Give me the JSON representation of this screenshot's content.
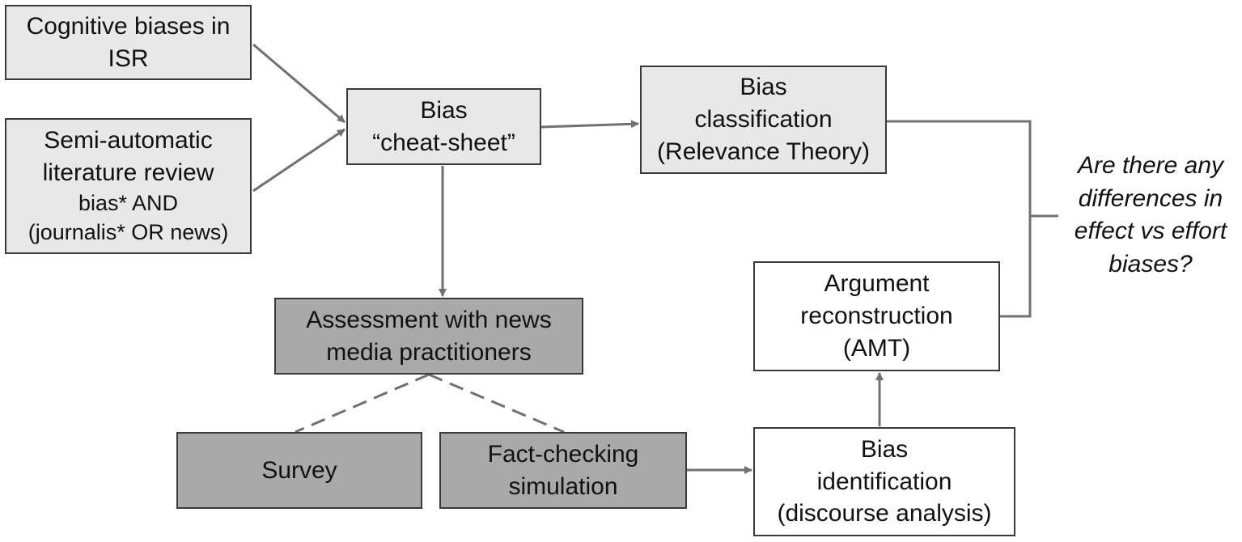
{
  "nodes": {
    "cognitive_biases": {
      "lines": [
        "Cognitive biases in",
        "ISR"
      ]
    },
    "semi_automatic": {
      "lines": [
        "Semi-automatic",
        "literature review"
      ],
      "query": [
        "bias* AND",
        "(journalis* OR news)"
      ]
    },
    "cheat_sheet": {
      "lines": [
        "Bias",
        "“cheat-sheet”"
      ]
    },
    "bias_classification": {
      "lines": [
        "Bias",
        "classification",
        "(Relevance Theory)"
      ]
    },
    "assessment": {
      "lines": [
        "Assessment with news",
        "media practitioners"
      ]
    },
    "survey": {
      "lines": [
        "Survey"
      ]
    },
    "fact_checking": {
      "lines": [
        "Fact-checking",
        "simulation"
      ]
    },
    "bias_identification": {
      "lines": [
        "Bias",
        "identification",
        "(discourse analysis)"
      ]
    },
    "argument_reconstruction": {
      "lines": [
        "Argument",
        "reconstruction",
        "(AMT)"
      ]
    }
  },
  "question": {
    "lines": [
      "Are there any",
      "differences in",
      "effect vs effort",
      "biases?"
    ]
  },
  "colors": {
    "light_fill": "#e8e8e8",
    "dark_fill": "#a9a9a9",
    "white_fill": "#ffffff",
    "border": "#3a3a3a",
    "connector": "#707070"
  }
}
